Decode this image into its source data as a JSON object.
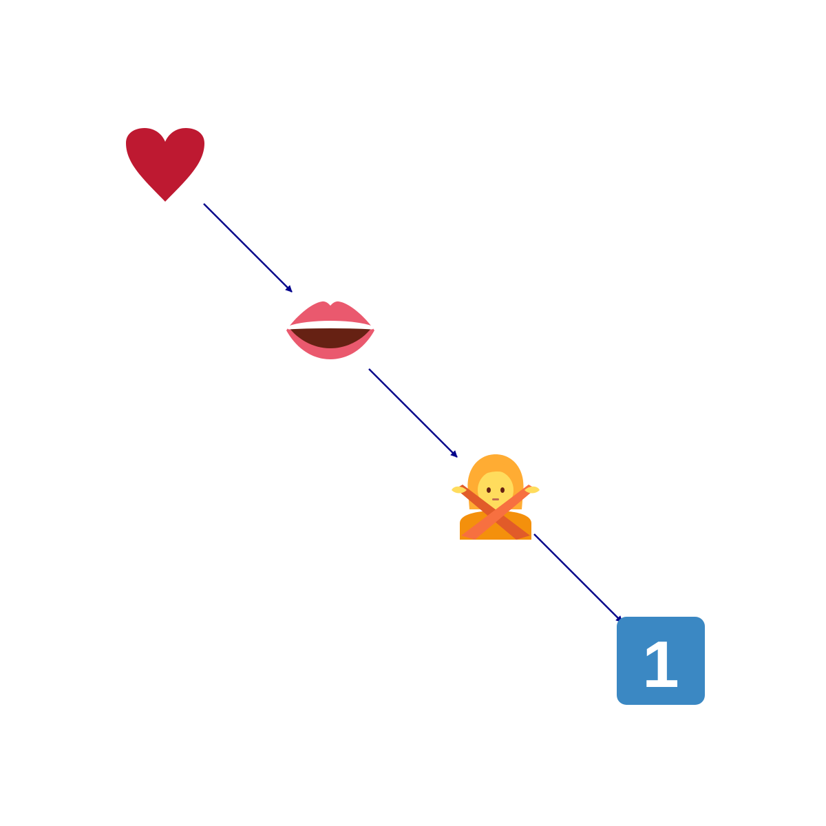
{
  "diagram": {
    "nodes": [
      {
        "id": "heart",
        "icon": "red-heart-icon",
        "color": "#BE1931"
      },
      {
        "id": "mouth",
        "icon": "mouth-icon",
        "color": "#EA596E"
      },
      {
        "id": "person",
        "icon": "person-gesturing-no-icon",
        "color": "#FFAC33"
      },
      {
        "id": "keycap",
        "icon": "keycap-one-icon",
        "color": "#3B88C3",
        "label": "1"
      }
    ],
    "edges": [
      {
        "from": "heart",
        "to": "mouth"
      },
      {
        "from": "mouth",
        "to": "person"
      },
      {
        "from": "person",
        "to": "keycap"
      }
    ],
    "arrow_color": "#00008B"
  }
}
